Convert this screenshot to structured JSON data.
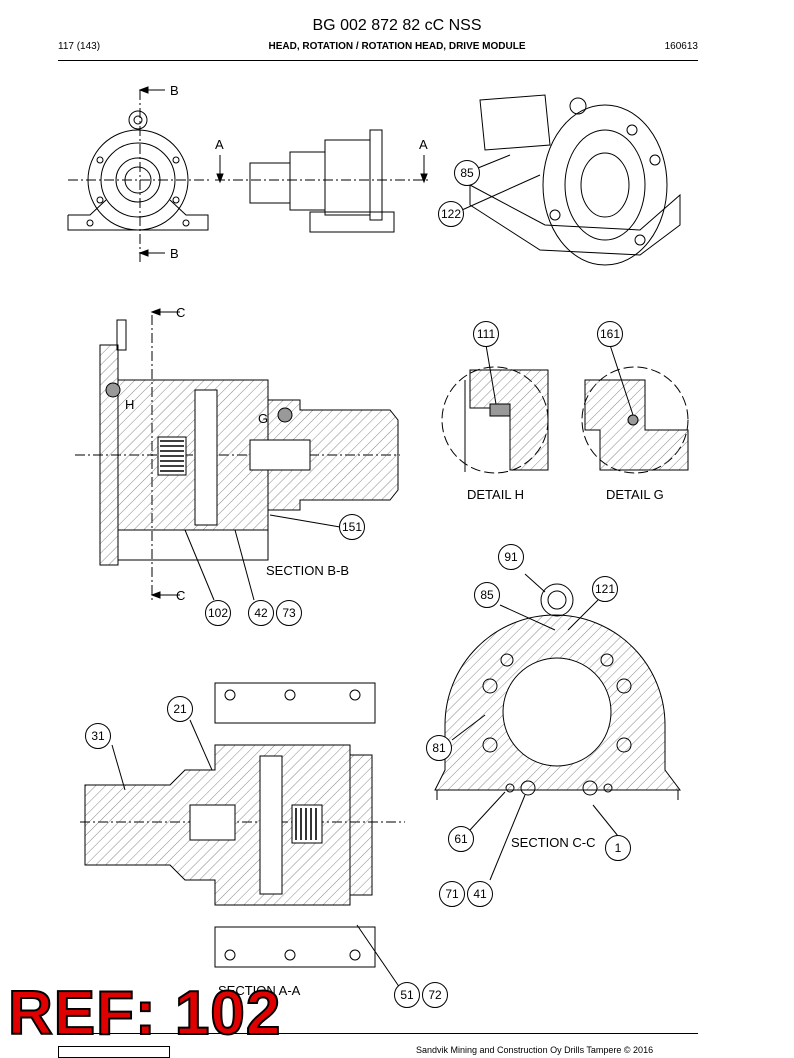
{
  "document": {
    "title": "BG 002 872 82 cC NSS",
    "page": "117 (143)",
    "section_title": "HEAD, ROTATION / ROTATION HEAD, DRIVE MODULE",
    "doc_code": "160613",
    "footer": "Sandvik Mining and Construction Oy Drills Tampere © 2016"
  },
  "view_labels": {
    "b_top": "B",
    "b_bottom": "B",
    "a_left": "A",
    "a_right": "A",
    "c_top": "C",
    "c_bottom": "C",
    "h": "H",
    "g": "G",
    "section_bb": "SECTION B-B",
    "detail_h": "DETAIL H",
    "detail_g": "DETAIL G",
    "section_cc": "SECTION C-C",
    "section_aa": "SECTION A-A"
  },
  "callouts": {
    "c85a": "85",
    "c122": "122",
    "c111": "111",
    "c161": "161",
    "c151": "151",
    "c102": "102",
    "c42": "42",
    "c73": "73",
    "c91": "91",
    "c85b": "85",
    "c121": "121",
    "c81": "81",
    "c21": "21",
    "c31": "31",
    "c61": "61",
    "c1": "1",
    "c71": "71",
    "c41": "41",
    "c51": "51",
    "c72": "72"
  },
  "stamp": {
    "ref": "REF: 102"
  }
}
